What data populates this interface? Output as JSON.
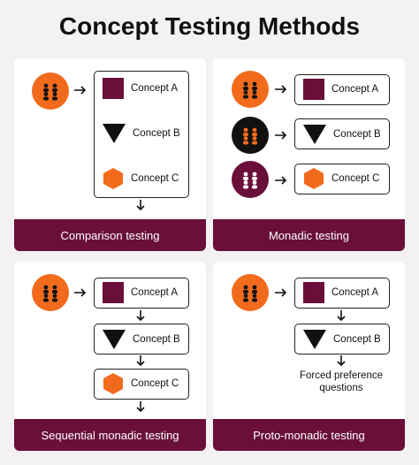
{
  "title": "Concept Testing Methods",
  "concepts": {
    "a": "Concept A",
    "b": "Concept B",
    "c": "Concept C"
  },
  "panels": {
    "comparison": "Comparison testing",
    "monadic": "Monadic testing",
    "sequential": "Sequential monadic testing",
    "proto": "Proto-monadic testing"
  },
  "proto_note": "Forced preference questions",
  "colors": {
    "maroon": "#6a0f3a",
    "orange": "#f26b1d",
    "black": "#111111"
  },
  "icons": [
    "people-group-icon",
    "square-shape",
    "triangle-shape",
    "hexagon-shape",
    "arrow-right-icon",
    "arrow-down-icon"
  ]
}
